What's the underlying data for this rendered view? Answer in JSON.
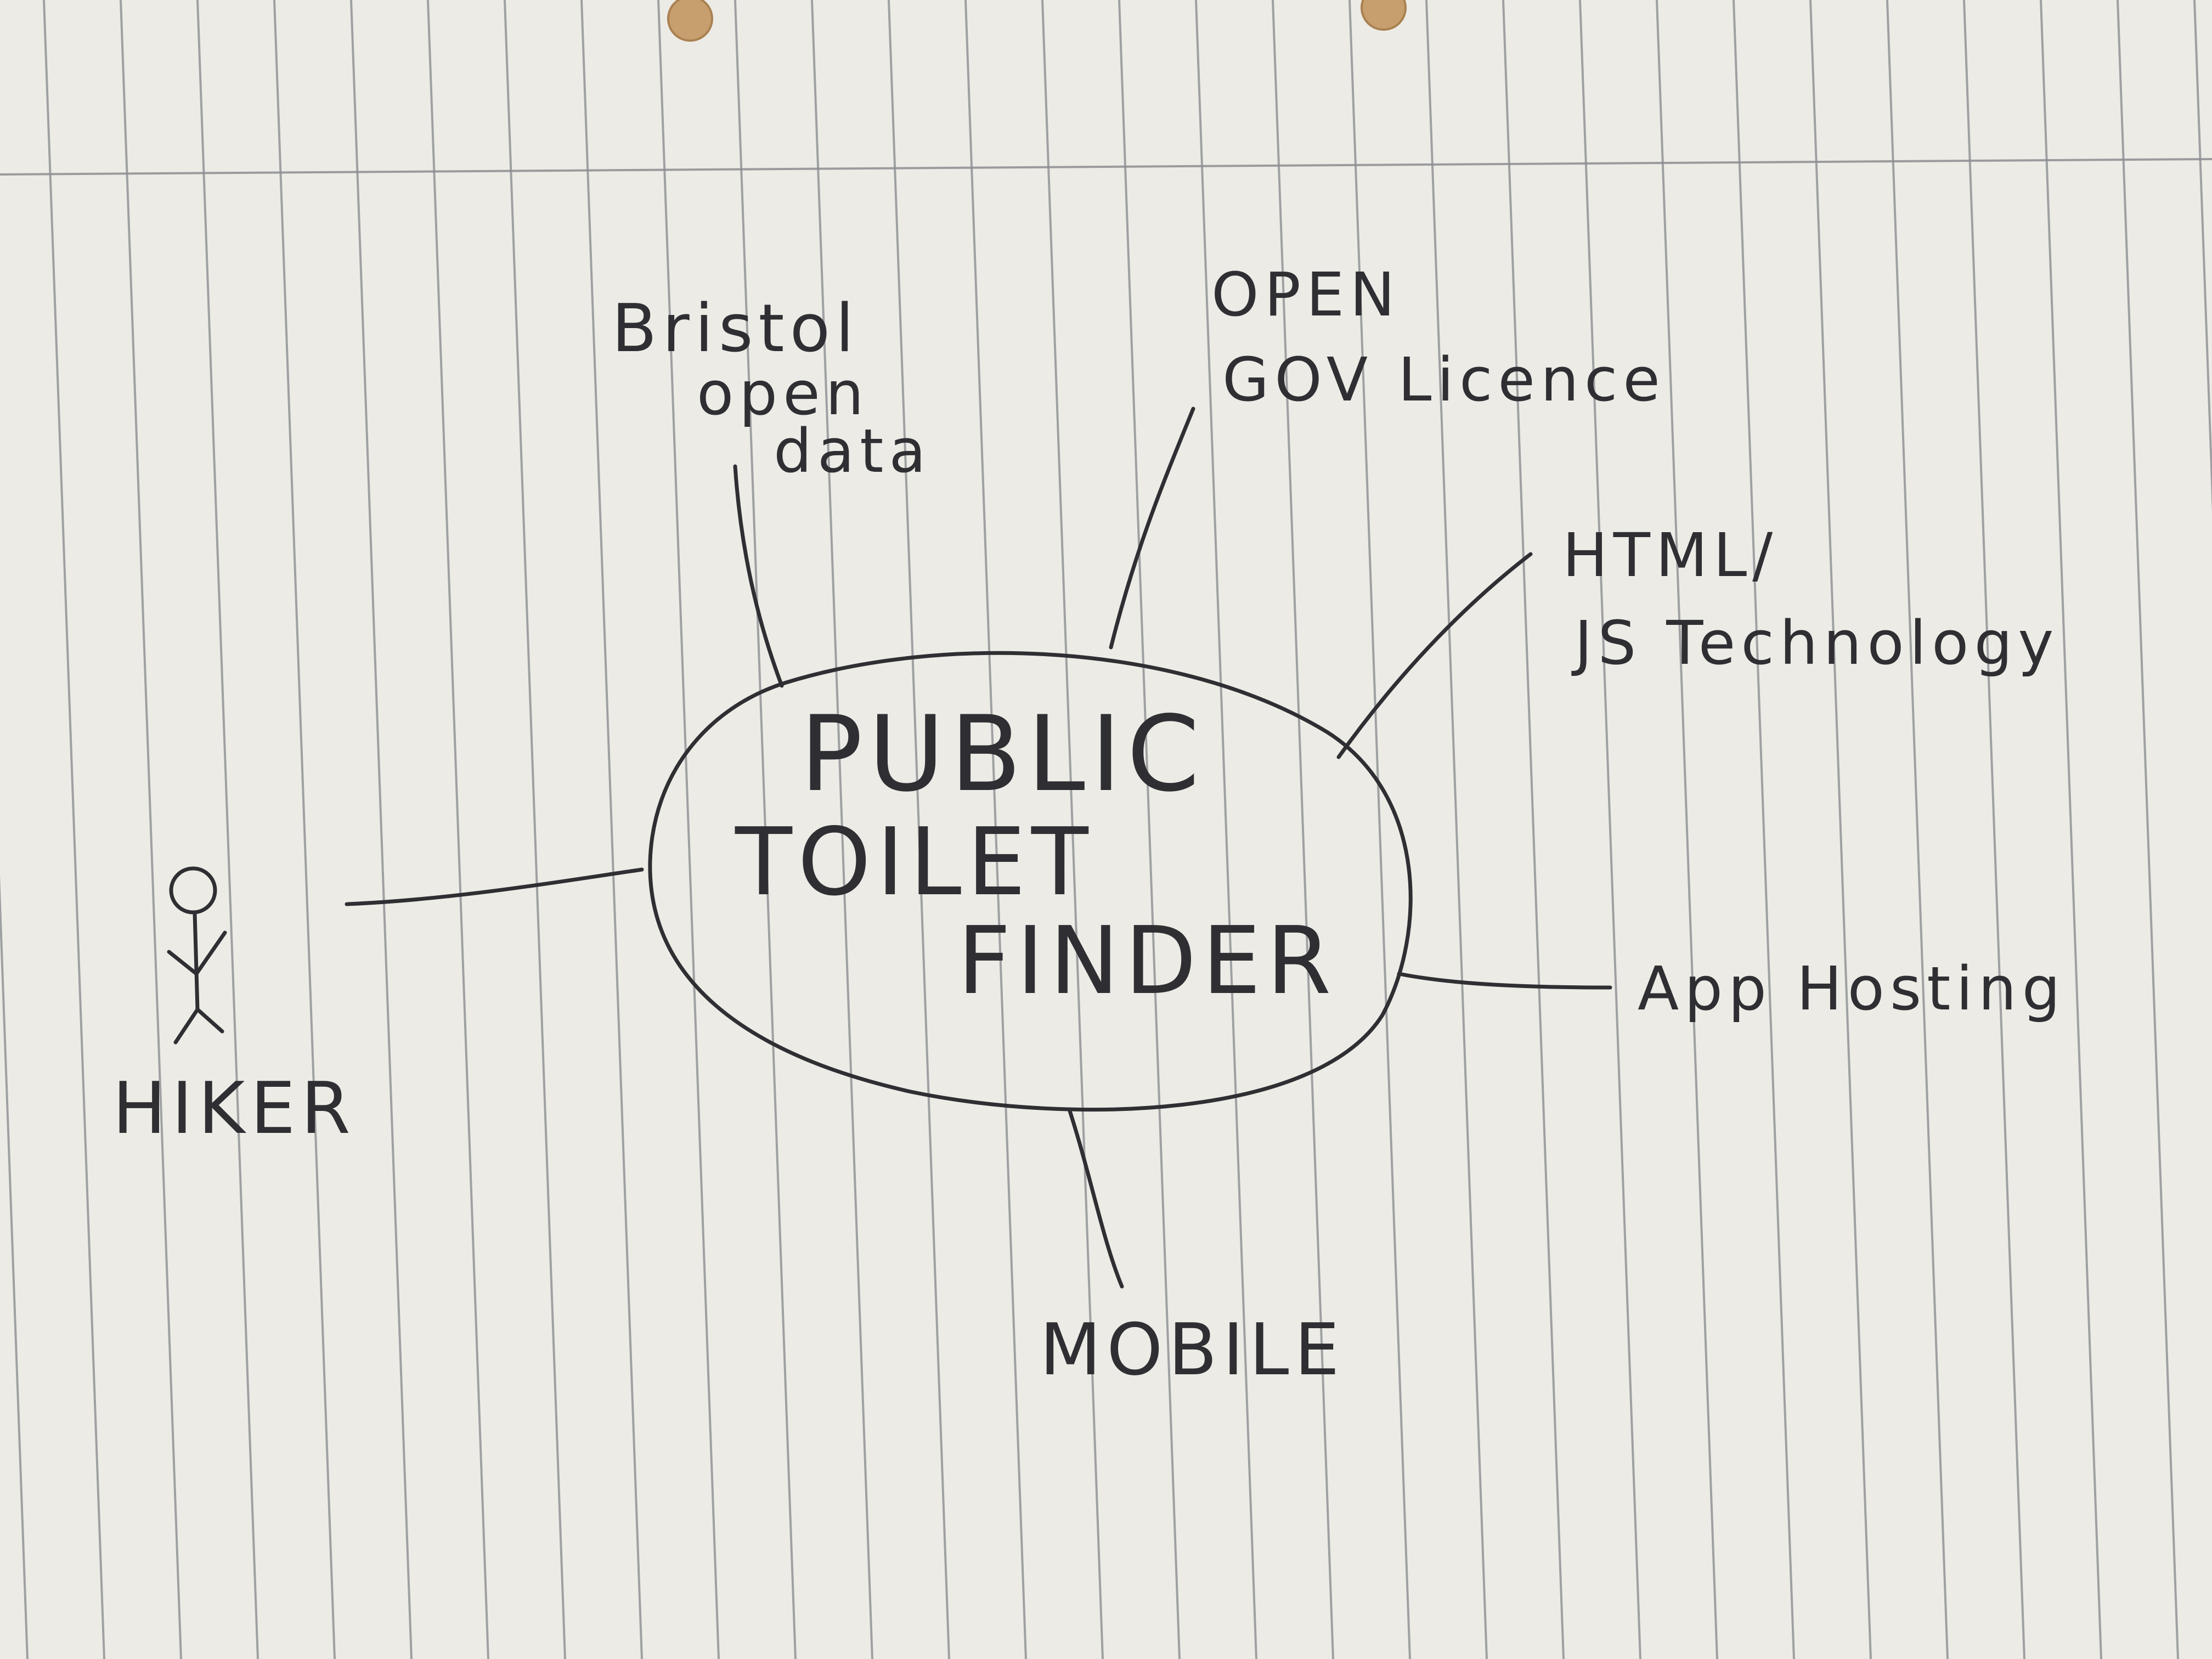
{
  "center": {
    "lines": [
      "PUBLIC",
      "TOILET",
      "FINDER"
    ]
  },
  "actor": {
    "label": "HIKER",
    "icon": "stick-figure-icon"
  },
  "branches": [
    {
      "id": "bristol-open-data",
      "lines": [
        "Bristol",
        "open",
        "data"
      ]
    },
    {
      "id": "open-gov-licence",
      "lines": [
        "OPEN",
        "GOV Licence"
      ]
    },
    {
      "id": "html-js-technology",
      "lines": [
        "HTML/",
        "JS Technology"
      ]
    },
    {
      "id": "app-hosting",
      "lines": [
        "App Hosting"
      ]
    },
    {
      "id": "mobile",
      "lines": [
        "MOBILE"
      ]
    }
  ],
  "colors": {
    "paper": "#ecebe6",
    "ink": "#2f2f33",
    "rule": "#8d8e92",
    "hole": "#c79e6d"
  }
}
